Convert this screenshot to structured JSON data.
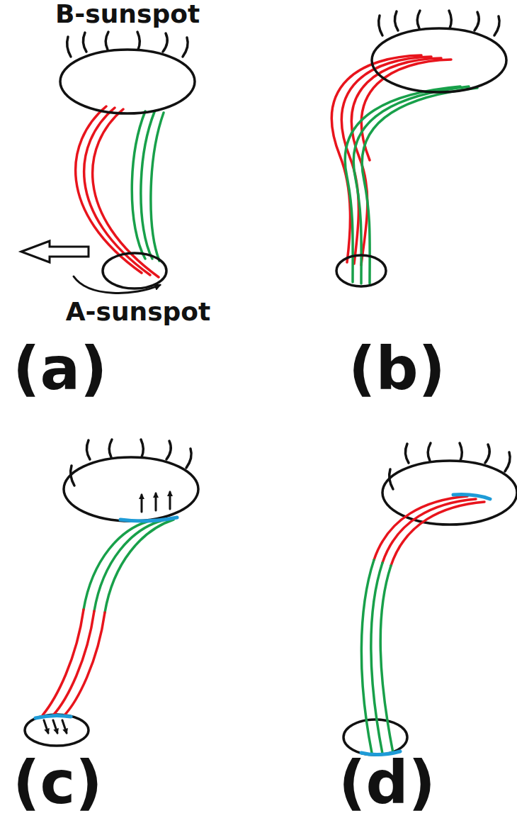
{
  "diagram": {
    "nodes": [
      {
        "text": [
          "B-sunspot"
        ]
      },
      {
        "text": [
          "A-sunspot"
        ]
      }
    ],
    "labels": [
      "(a)",
      "(b)",
      "(c)",
      "(d)"
    ]
  }
}
